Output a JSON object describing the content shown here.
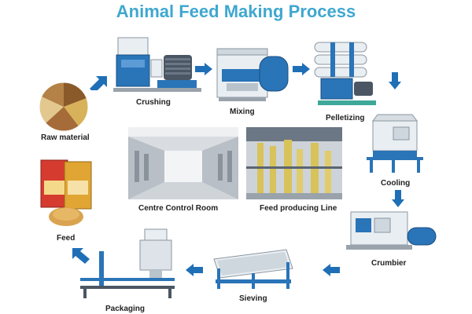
{
  "title": "Animal Feed Making Process",
  "steps": [
    {
      "label": "Raw material"
    },
    {
      "label": "Crushing"
    },
    {
      "label": "Mixing"
    },
    {
      "label": "Pelletizing"
    },
    {
      "label": "Cooling"
    },
    {
      "label": "Crumbier"
    },
    {
      "label": "Sieving"
    },
    {
      "label": "Packaging"
    },
    {
      "label": "Feed"
    }
  ],
  "photos": [
    {
      "label": "Centre Control Room"
    },
    {
      "label": "Feed producing Line"
    }
  ],
  "colors": {
    "title": "#3fa7cf",
    "arrow": "#1f6fb7",
    "machine_blue": "#2a74b8",
    "machine_white": "#e9eef2"
  }
}
